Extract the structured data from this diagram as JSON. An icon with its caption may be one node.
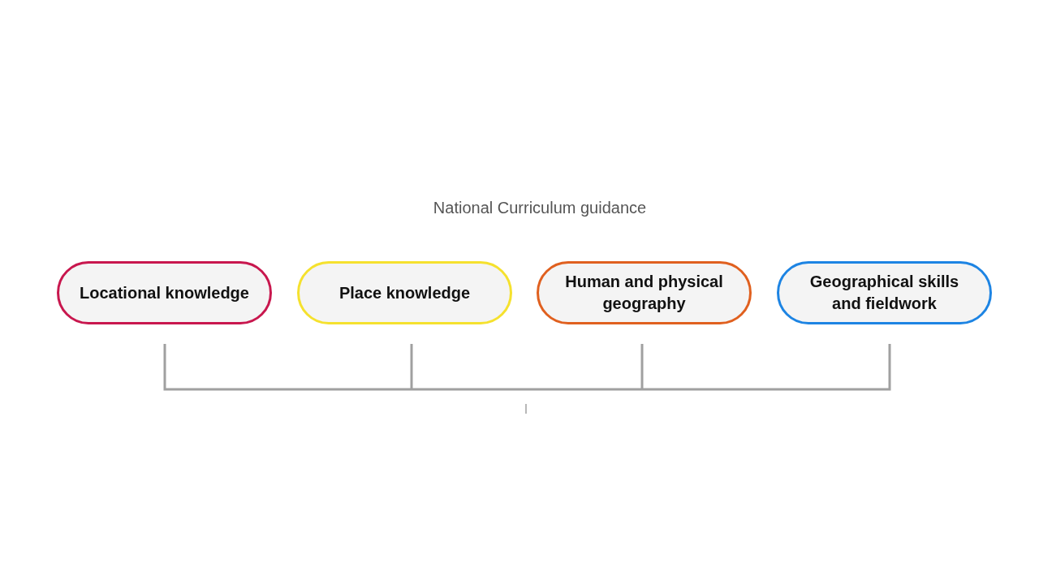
{
  "diagram": {
    "title": "National Curriculum guidance",
    "nodes": [
      {
        "text": [
          "Locational knowledge"
        ]
      },
      {
        "text": [
          "Place knowledge"
        ]
      },
      {
        "text": [
          "Human and physical geography"
        ]
      },
      {
        "text": [
          "Geographical skills and fieldwork"
        ]
      }
    ]
  }
}
